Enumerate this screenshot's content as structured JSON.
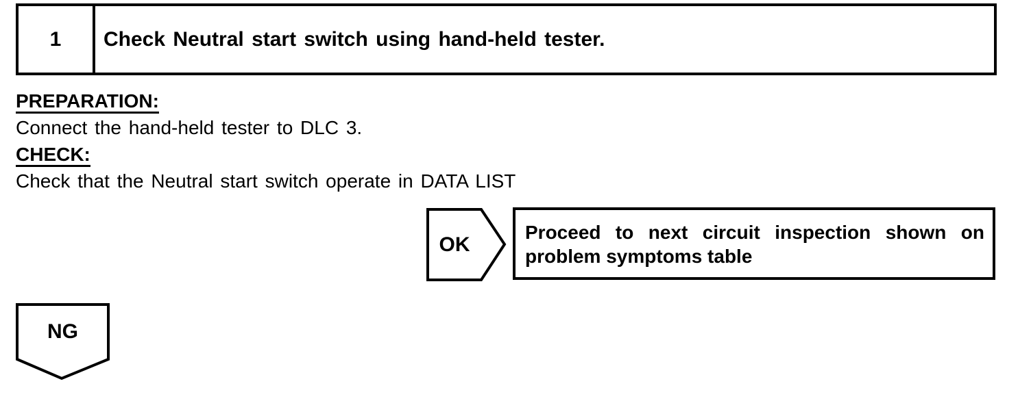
{
  "page": {
    "background": "#ffffff",
    "ink": "#000000"
  },
  "step_header": {
    "number": "1",
    "title": "Check Neutral start switch using hand-held tester."
  },
  "procedure": {
    "preparation_label": "PREPARATION:",
    "preparation_text": "Connect the hand-held tester to DLC 3.",
    "check_label": "CHECK:",
    "check_text": "Check that the Neutral start switch operate in DATA LIST"
  },
  "flow": {
    "ok": {
      "label": "OK",
      "result": "Proceed to next circuit inspection shown on problem symptoms table"
    },
    "ng": {
      "label": "NG"
    }
  }
}
